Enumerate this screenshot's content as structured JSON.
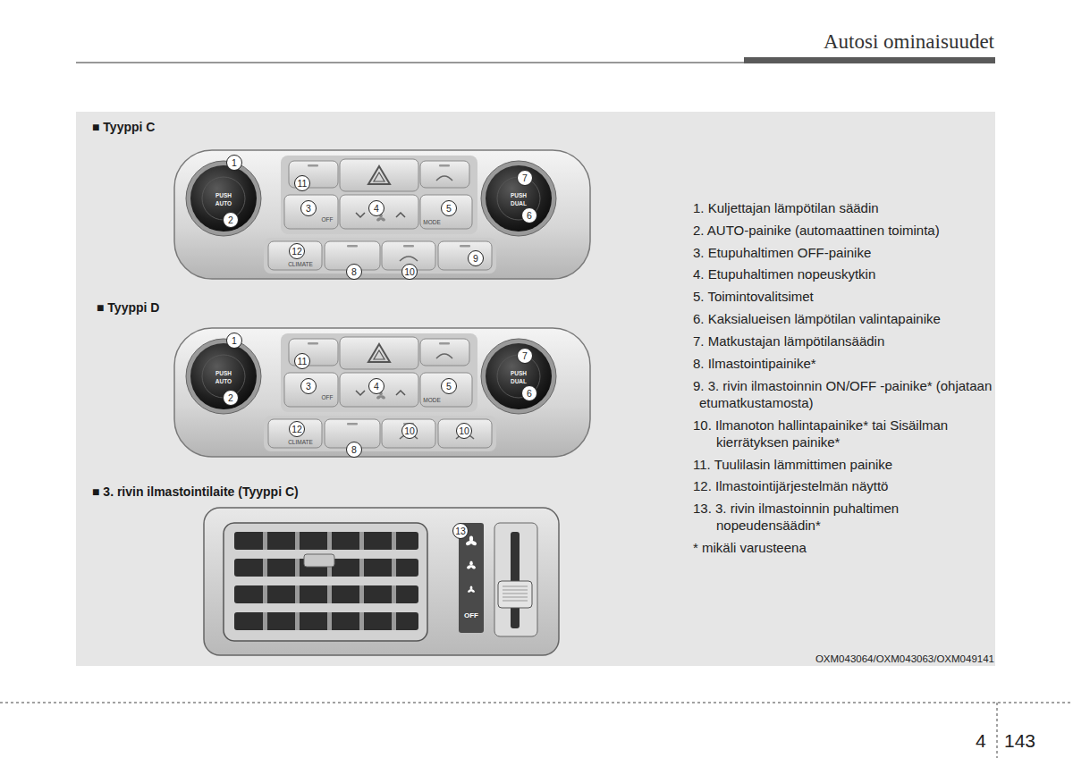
{
  "diagram": {
    "title": "Autosi ominaisuudet",
    "labels": [
      "■ Tyyppi C",
      "1",
      "PUSH",
      "AUTO",
      "2",
      "11",
      "3",
      "OFF",
      "4",
      "MODE",
      "5",
      "7",
      "PUSH",
      "DUAL",
      "6",
      "12",
      "CLIMATE",
      "8",
      "10",
      "9",
      "■ Tyyppi D",
      "1",
      "PUSH",
      "AUTO",
      "2",
      "11",
      "3",
      "OFF",
      "4",
      "MODE",
      "5",
      "7",
      "PUSH",
      "DUAL",
      "6",
      "12",
      "CLIMATE",
      "8",
      "10",
      "10",
      "■ 3. rivin ilmastointilaite (Tyyppi C)",
      "13",
      "OFF",
      "1. Kuljettajan lämpötilan säädin",
      "2. AUTO-painike (automaattinen toiminta)",
      "3. Etupuhaltimen OFF-painike",
      "4. Etupuhaltimen nopeuskytkin",
      "5. Toimintovalitsimet",
      "6. Kaksialueisen lämpötilan valintapainike",
      "7. Matkustajan lämpötilansäädin",
      "8. Ilmastointipainike*",
      "9. 3. rivin ilmastoinnin ON/OFF -painike* (ohjataan etumatkustamosta)",
      "10. Ilmanoton hallintapainike* tai Sisäilman kierrätyksen painike*",
      "11. Tuulilasin lämmittimen painike",
      "12. Ilmastointijärjestelmän näyttö",
      "13. 3. rivin ilmastoinnin puhaltimen nopeudensäädin*",
      "* mikäli varusteena",
      "OXM043064/OXM043063/OXM049141",
      "4",
      "143"
    ]
  }
}
